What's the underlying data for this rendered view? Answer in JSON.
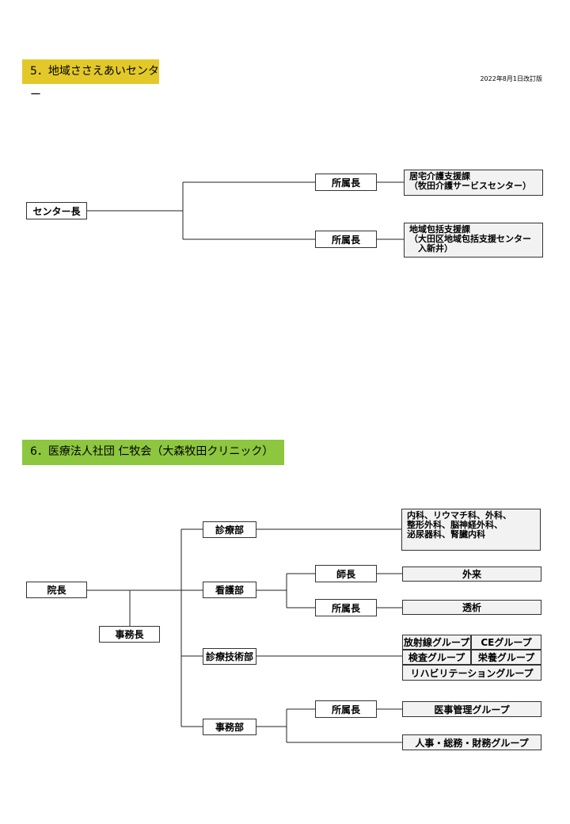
{
  "date": "2022年8月1日改訂版",
  "section5": {
    "title": "5．地域ささえあいセンター",
    "head": "センター長",
    "managers": [
      "所属長",
      "所属長"
    ],
    "depts": [
      "居宅介護支援課\n（牧田介護サービスセンター）",
      "地域包括支援課\n（大田区地域包括支援センター\n　入新井）"
    ]
  },
  "section6": {
    "title": "6．医療法人社団 仁牧会（大森牧田クリニック）",
    "director": "院長",
    "secretary_general": "事務長",
    "departments": [
      "診療部",
      "看護部",
      "診療技術部",
      "事務部"
    ],
    "clinical_specialties": "内科、リウマチ科、外科、\n整形外科、脳神経外科、\n泌尿器科、腎臓内科",
    "nursing": {
      "head_nurse": "師長",
      "manager": "所属長",
      "outpatient": "外来",
      "dialysis": "透析"
    },
    "technical_groups": [
      "放射線グループ",
      "CEグループ",
      "検査グループ",
      "栄養グループ",
      "リハビリテーショングループ"
    ],
    "admin": {
      "manager": "所属長",
      "medical_affairs": "医事管理グループ",
      "hr_general_finance": "人事・総務・財務グループ"
    }
  }
}
